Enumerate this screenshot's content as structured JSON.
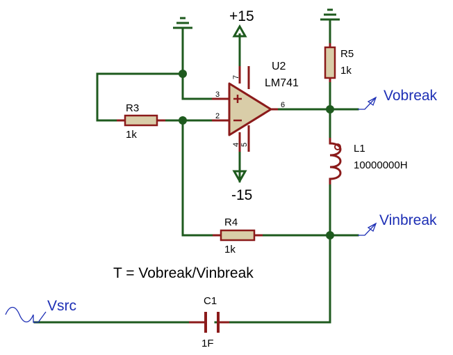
{
  "components": {
    "u2": {
      "ref": "U2",
      "value": "LM741",
      "pins": {
        "inv": "2",
        "noninv": "3",
        "out": "6",
        "vplus": "7",
        "vminus": "4",
        "null": "5"
      }
    },
    "r3": {
      "ref": "R3",
      "value": "1k"
    },
    "r4": {
      "ref": "R4",
      "value": "1k"
    },
    "r5": {
      "ref": "R5",
      "value": "1k"
    },
    "l1": {
      "ref": "L1",
      "value": "10000000H"
    },
    "c1": {
      "ref": "C1",
      "value": "1F"
    }
  },
  "power": {
    "positive": "+15",
    "negative": "-15"
  },
  "terminals": {
    "vobreak": "Vobreak",
    "vinbreak": "Vinbreak",
    "vsrc": "Vsrc"
  },
  "equation": "T = Vobreak/Vinbreak",
  "colors": {
    "wire": "#1e5a1e",
    "component": "#8b1a1a",
    "resistor_fill": "#d9cda8",
    "terminal": "#1d2fb5"
  }
}
